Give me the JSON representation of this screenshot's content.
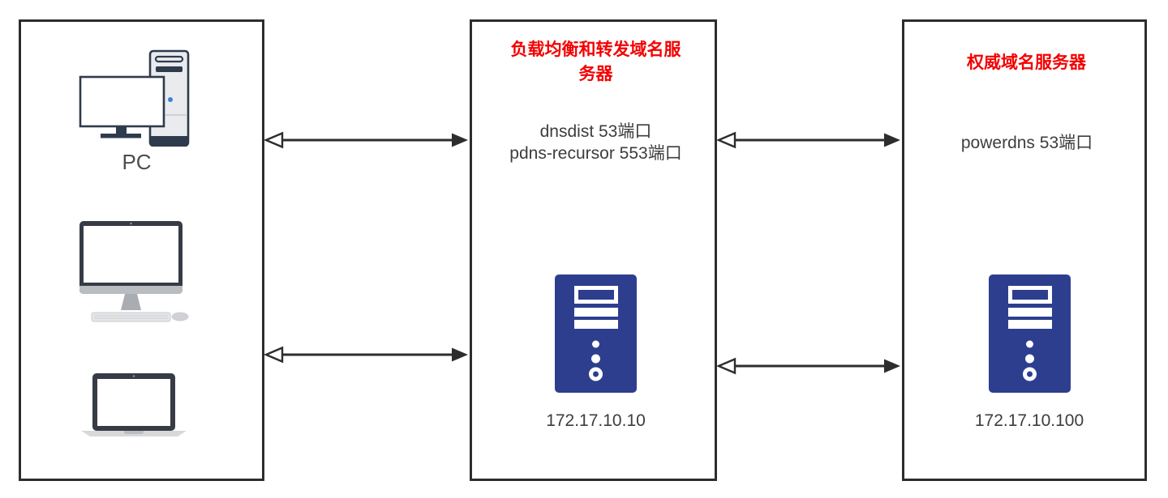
{
  "colors": {
    "line_dark": "#2d2d2d",
    "title_red": "#f40000",
    "server_blue": "#2d3e8f",
    "text_dark": "#3d3d3d",
    "pc_gray": "#4d4d4d",
    "led_blue": "#3f7fd8"
  },
  "clients_box": {
    "pc_label": "PC",
    "icons": [
      "desktop-pc-icon",
      "imac-icon",
      "laptop-icon"
    ]
  },
  "forwarder_box": {
    "title": "负载均衡和转发域名服\n务器",
    "service_line1": "dnsdist 53端口",
    "service_line2": "pdns-recursor 553端口",
    "ip": "172.17.10.10",
    "icon": "server-icon"
  },
  "authoritative_box": {
    "title": "权威域名服务器",
    "service_line1": "powerdns 53端口",
    "ip": "172.17.10.100",
    "icon": "server-icon"
  },
  "arrows": {
    "style": "double-headed, hollow left arrowhead, solid right arrowhead",
    "count": 4
  }
}
